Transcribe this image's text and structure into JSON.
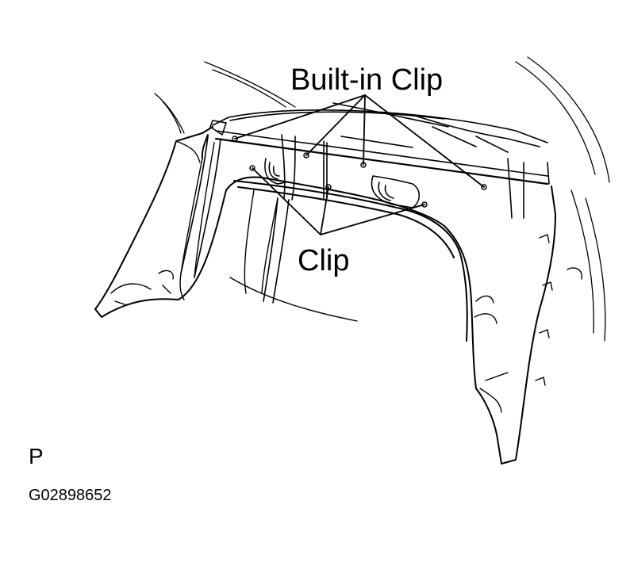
{
  "labels": {
    "builtin_clip": "Built-in  Clip",
    "clip": "Clip",
    "view_letter": "P",
    "figure_code": "G02898652"
  },
  "colors": {
    "ink": "#000000",
    "paper": "#ffffff"
  }
}
